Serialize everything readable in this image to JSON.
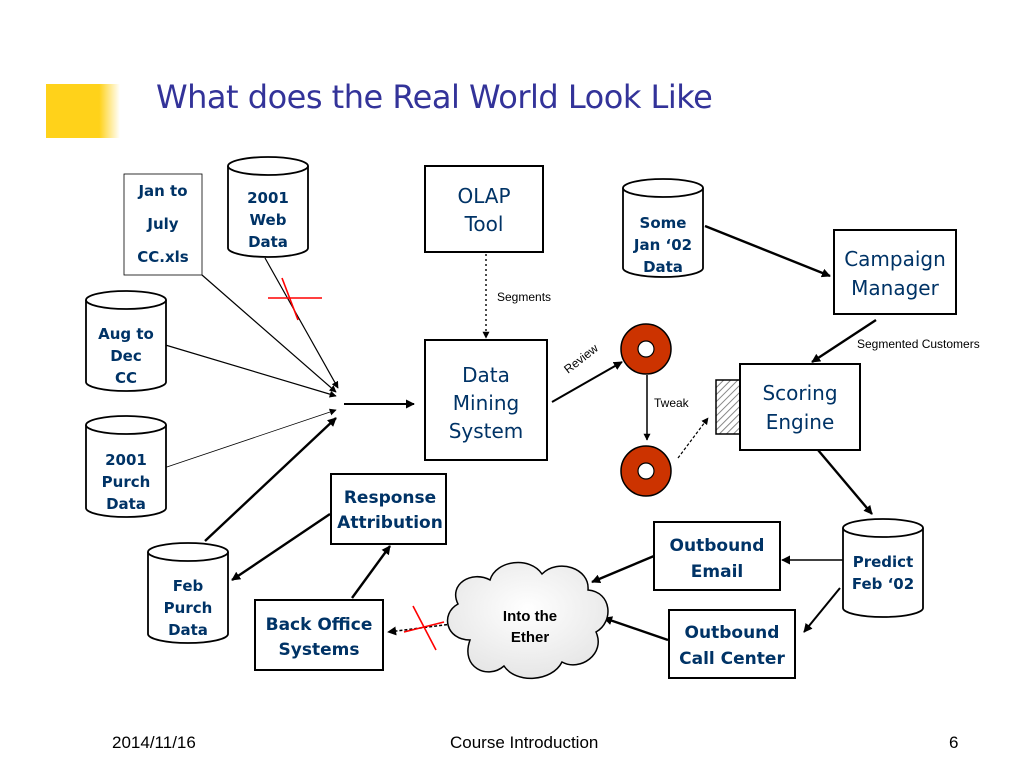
{
  "slide": {
    "title": "What does the Real World Look Like",
    "accent_color": "#ffd21a",
    "title_color": "#333399"
  },
  "diagram": {
    "nodes": {
      "jan_july_cc": [
        "Jan to",
        "July",
        "CC.xls"
      ],
      "web_data_2001": [
        "2001",
        "Web",
        "Data"
      ],
      "olap_tool": [
        "OLAP",
        "Tool"
      ],
      "some_jan02": [
        "Some",
        "Jan ‘02",
        "Data"
      ],
      "campaign_manager": [
        "Campaign",
        "Manager"
      ],
      "aug_dec_cc": [
        "Aug to",
        "Dec",
        "CC"
      ],
      "data_mining": [
        "Data",
        "Mining",
        "System"
      ],
      "scoring_engine": [
        "Scoring",
        "Engine"
      ],
      "purch_2001": [
        "2001",
        "Purch",
        "Data"
      ],
      "response_attr": [
        "Response",
        "Attribution"
      ],
      "outbound_email": [
        "Outbound",
        "Email"
      ],
      "predict_feb02": [
        "Predict",
        "Feb ‘02"
      ],
      "feb_purch": [
        "Feb",
        "Purch",
        "Data"
      ],
      "back_office": [
        "Back Office",
        "Systems"
      ],
      "into_ether": [
        "Into the",
        "Ether"
      ],
      "outbound_call": [
        "Outbound",
        "Call Center"
      ]
    },
    "edge_labels": {
      "segments": "Segments",
      "review": "Review",
      "tweak": "Tweak",
      "segmented_customers": "Segmented Customers"
    },
    "colors": {
      "text": "#003366",
      "disc": "#cc3300",
      "cross": "#ff0000"
    }
  },
  "footer": {
    "date": "2014/11/16",
    "center": "Course Introduction",
    "page": "6"
  }
}
